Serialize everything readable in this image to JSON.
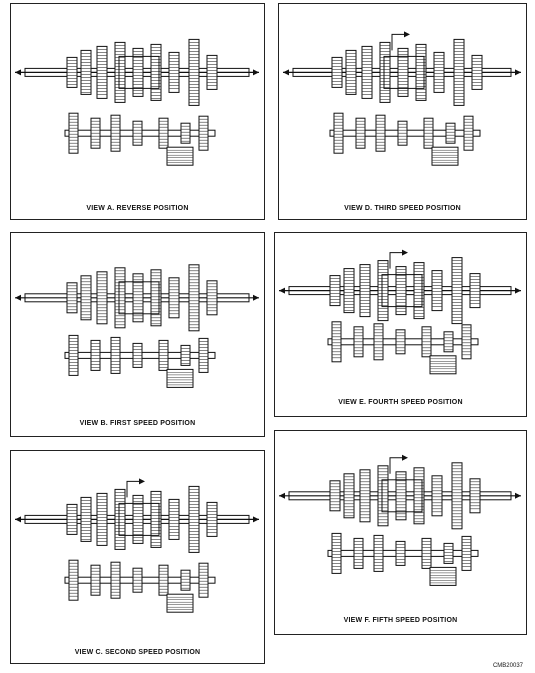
{
  "panels": [
    {
      "id": "a",
      "caption": "VIEW A. REVERSE POSITION",
      "shift_arrow": false
    },
    {
      "id": "d",
      "caption": "VIEW D. THIRD SPEED POSITION",
      "shift_arrow": true
    },
    {
      "id": "b",
      "caption": "VIEW B. FIRST SPEED POSITION",
      "shift_arrow": false
    },
    {
      "id": "e",
      "caption": "VIEW E. FOURTH SPEED POSITION",
      "shift_arrow": true
    },
    {
      "id": "c",
      "caption": "VIEW C. SECOND SPEED POSITION",
      "shift_arrow": true
    },
    {
      "id": "f",
      "caption": "VIEW F. FIFTH SPEED POSITION",
      "shift_arrow": true
    }
  ],
  "figure_id": "CMB20037"
}
